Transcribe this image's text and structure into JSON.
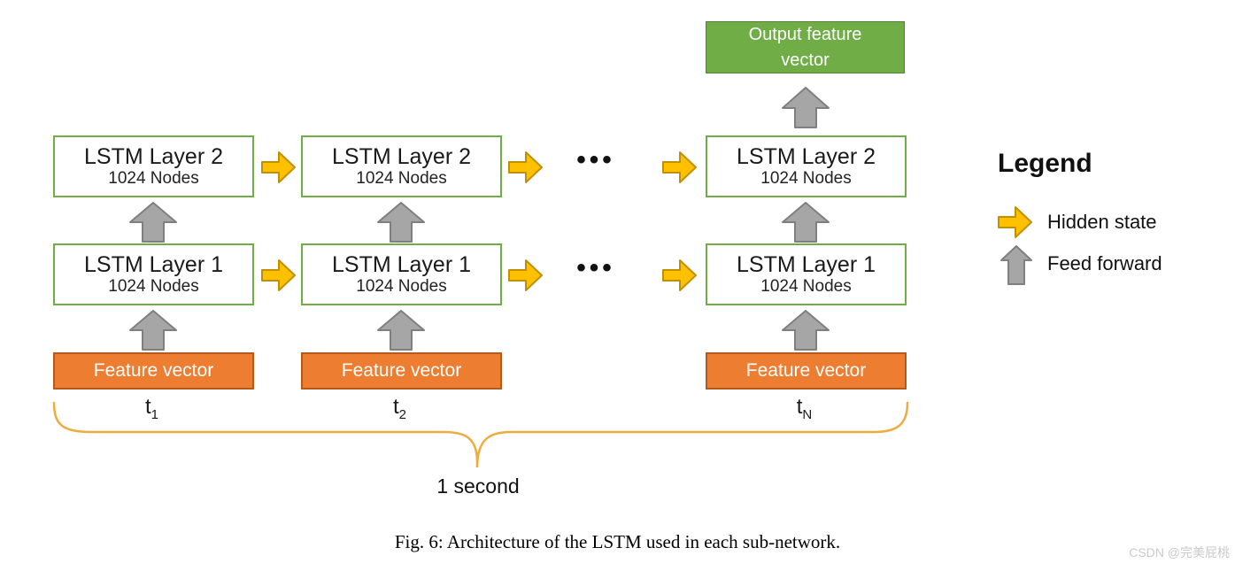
{
  "colors": {
    "green-fill": "#70AD47",
    "green-border": "#548235",
    "box-border": "#70AD47",
    "orange-fill": "#ED7D31",
    "orange-border": "#B55A1E",
    "yellow-fill": "#FFC000",
    "yellow-border": "#BF9000",
    "gray-fill": "#A6A6A6",
    "gray-border": "#7F7F7F",
    "brace": "#EFAC3E",
    "watermark": "#C9C9C9"
  },
  "diagram": {
    "output_box": {
      "label": "Output feature vector"
    },
    "ellipsis": "•••",
    "columns": [
      {
        "layer2_title": "LSTM Layer 2",
        "layer2_sub": "1024 Nodes",
        "layer1_title": "LSTM Layer 1",
        "layer1_sub": "1024 Nodes",
        "input_label": "Feature vector",
        "t_base": "t",
        "t_sub": "1"
      },
      {
        "layer2_title": "LSTM Layer 2",
        "layer2_sub": "1024 Nodes",
        "layer1_title": "LSTM Layer 1",
        "layer1_sub": "1024 Nodes",
        "input_label": "Feature vector",
        "t_base": "t",
        "t_sub": "2"
      },
      {
        "layer2_title": "LSTM Layer 2",
        "layer2_sub": "1024 Nodes",
        "layer1_title": "LSTM Layer 1",
        "layer1_sub": "1024 Nodes",
        "input_label": "Feature vector",
        "t_base": "t",
        "t_sub": "N"
      }
    ],
    "brace_label": "1 second"
  },
  "legend": {
    "title": "Legend",
    "items": [
      {
        "icon": "hidden-state-arrow-icon",
        "label": "Hidden state"
      },
      {
        "icon": "feed-forward-arrow-icon",
        "label": "Feed forward"
      }
    ]
  },
  "caption": "Fig. 6: Architecture of the LSTM used in each sub-network.",
  "watermark": "CSDN @完美屁桃"
}
